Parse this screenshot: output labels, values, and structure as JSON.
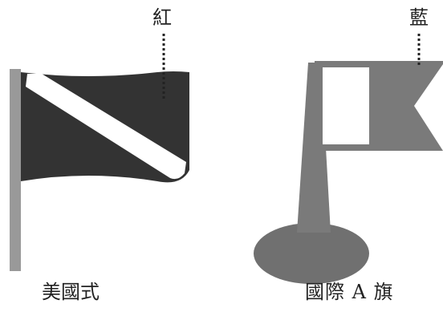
{
  "labels": {
    "red": "紅",
    "blue": "藍"
  },
  "captions": {
    "us_style": "美國式",
    "international": "國際 A 旗"
  },
  "colors": {
    "red_part": "#333333",
    "blue_part": "#7a7a7a",
    "pole": "#999999",
    "stand": "#707070",
    "white": "#ffffff"
  }
}
